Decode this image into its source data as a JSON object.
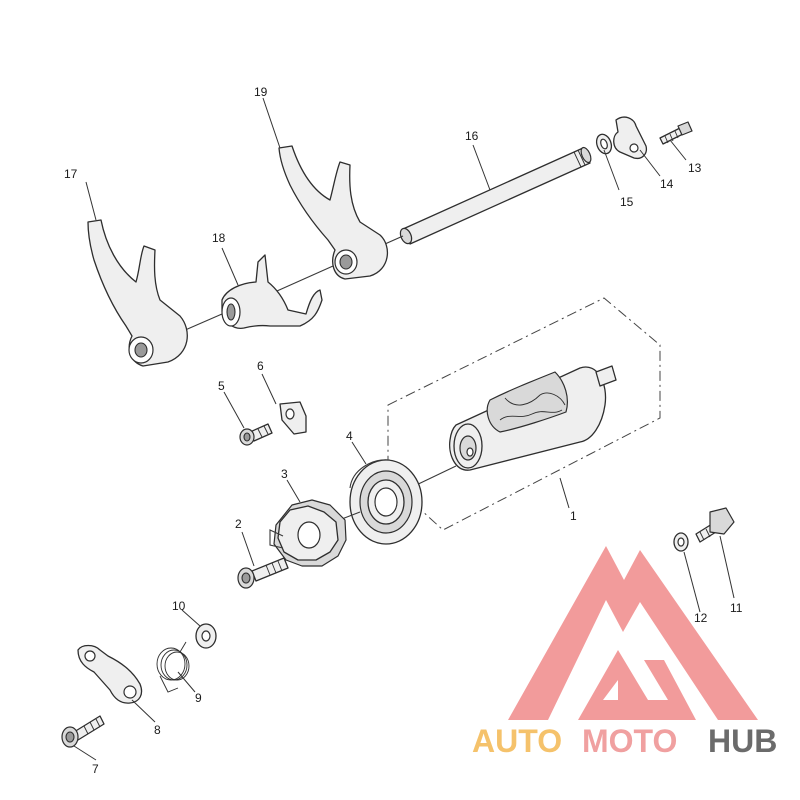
{
  "callouts": [
    {
      "id": "1",
      "label": "1"
    },
    {
      "id": "2",
      "label": "2"
    },
    {
      "id": "3",
      "label": "3"
    },
    {
      "id": "4",
      "label": "4"
    },
    {
      "id": "5",
      "label": "5"
    },
    {
      "id": "6",
      "label": "6"
    },
    {
      "id": "7",
      "label": "7"
    },
    {
      "id": "8",
      "label": "8"
    },
    {
      "id": "9",
      "label": "9"
    },
    {
      "id": "10",
      "label": "10"
    },
    {
      "id": "11",
      "label": "11"
    },
    {
      "id": "12",
      "label": "12"
    },
    {
      "id": "13",
      "label": "13"
    },
    {
      "id": "14",
      "label": "14"
    },
    {
      "id": "15",
      "label": "15"
    },
    {
      "id": "16",
      "label": "16"
    },
    {
      "id": "17",
      "label": "17"
    },
    {
      "id": "18",
      "label": "18"
    },
    {
      "id": "19",
      "label": "19"
    }
  ],
  "watermark": {
    "word_1": "AUTO",
    "word_2": "MOTO",
    "word_3": "HUB",
    "colors": {
      "triangle": "#f08a8a",
      "auto": "#f5c26b",
      "moto": "#f0a0a0",
      "hub": "#6b6b6b"
    }
  }
}
